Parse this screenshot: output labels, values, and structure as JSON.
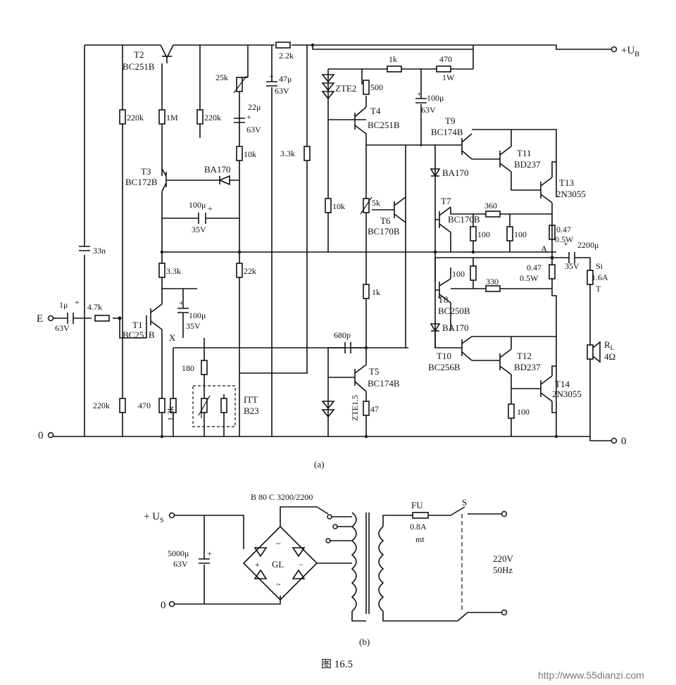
{
  "figure": {
    "caption": "图 16.5",
    "sub_a": "(a)",
    "sub_b": "(b)",
    "watermark": "http://www.55dianzi.com"
  },
  "amplifier": {
    "terminals": {
      "input": "E",
      "ground_in": "0",
      "ground_out": "0",
      "supply": "+U",
      "supply_sub": "B",
      "node_a": "A",
      "node_x": "X"
    },
    "transistors": {
      "t1": {
        "ref": "T1",
        "type": "BC251B"
      },
      "t2": {
        "ref": "T2",
        "type": "BC251B"
      },
      "t3": {
        "ref": "T3",
        "type": "BC172B"
      },
      "t4": {
        "ref": "T4",
        "type": "BC251B"
      },
      "t5": {
        "ref": "T5",
        "type": "BC174B"
      },
      "t6": {
        "ref": "T6",
        "type": "BC170B"
      },
      "t7": {
        "ref": "T7",
        "type": "BC170B"
      },
      "t8": {
        "ref": "T8",
        "type": "BC250B"
      },
      "t9": {
        "ref": "T9",
        "type": "BC174B"
      },
      "t10": {
        "ref": "T10",
        "type": "BC256B"
      },
      "t11": {
        "ref": "T11",
        "type": "BD237"
      },
      "t12": {
        "ref": "T12",
        "type": "BD237"
      },
      "t13": {
        "ref": "T13",
        "type": "2N3055"
      },
      "t14": {
        "ref": "T14",
        "type": "2N3055"
      }
    },
    "resistors": {
      "r_220k_a": "220k",
      "r_1m": "1M",
      "r_220k_b": "220k",
      "r_25k": "25k",
      "r_10k_a": "10k",
      "r_22k_top": "2.2k",
      "r_33k_b": "3.3k",
      "r_1k_top": "1k",
      "r_470_1w_a": "470",
      "r_470_1w_b": "1W",
      "r_500": "500",
      "r_10k_b": "10k",
      "r_5k": "5k",
      "r_33k_a": "3.3k",
      "r_22k_mid": "22k",
      "r_47k": "4.7k",
      "r_180": "180",
      "r_220k_c": "220k",
      "r_470_b": "470",
      "r_13k": "1.3k",
      "r_1k_mid": "1k",
      "r_47": "47",
      "r_360": "360",
      "r_100_a": "100",
      "r_100_b": "100",
      "r_100_c": "100",
      "r_330": "330",
      "r_100_d": "100",
      "r_047_a": "0.47",
      "r_047_a_w": "0.5W",
      "r_047_b": "0.47",
      "r_047_b_w": "0.5W"
    },
    "capacitors": {
      "c_33n": "33n",
      "c_1u": "1μ",
      "c_1u_v": "63V",
      "c_47u": "47μ",
      "c_47u_v": "63V",
      "c_22u": "22μ",
      "c_22u_v": "63V",
      "c_100u_a": "100μ",
      "c_100u_a_v": "35V",
      "c_100u_b": "100μ",
      "c_100u_b_v": "63V",
      "c_100u_c": "100μ",
      "c_100u_c_v": "35V",
      "c_680p": "680p",
      "c_2200u": "2200μ",
      "c_2200u_v": "35V"
    },
    "diodes": {
      "d_ba170_a": "BA170",
      "d_ba170_b": "BA170",
      "d_ba170_c": "BA170",
      "zte2": "ZTE2",
      "zte15": "ZTE1.5"
    },
    "misc": {
      "itt": "ITT",
      "itt_type": "B23",
      "fuse_si": "Si",
      "fuse_rating": "1.6A",
      "fuse_t": "T",
      "load": "R",
      "load_sub": "L",
      "load_value": "4Ω"
    }
  },
  "power_supply": {
    "terminals": {
      "plus": "+ U",
      "plus_sub": "S",
      "zero": "0"
    },
    "capacitor": {
      "value": "5000μ",
      "voltage": "63V"
    },
    "rectifier": {
      "type": "B 80 C 3200/2200",
      "ref": "GL",
      "plus": "+",
      "minus": "−",
      "ac1": "~",
      "ac2": "~"
    },
    "fuse": {
      "ref": "FU",
      "rating": "0.8A",
      "type": "mt"
    },
    "switch": {
      "ref": "S"
    },
    "mains": {
      "voltage": "220V",
      "frequency": "50Hz"
    }
  }
}
